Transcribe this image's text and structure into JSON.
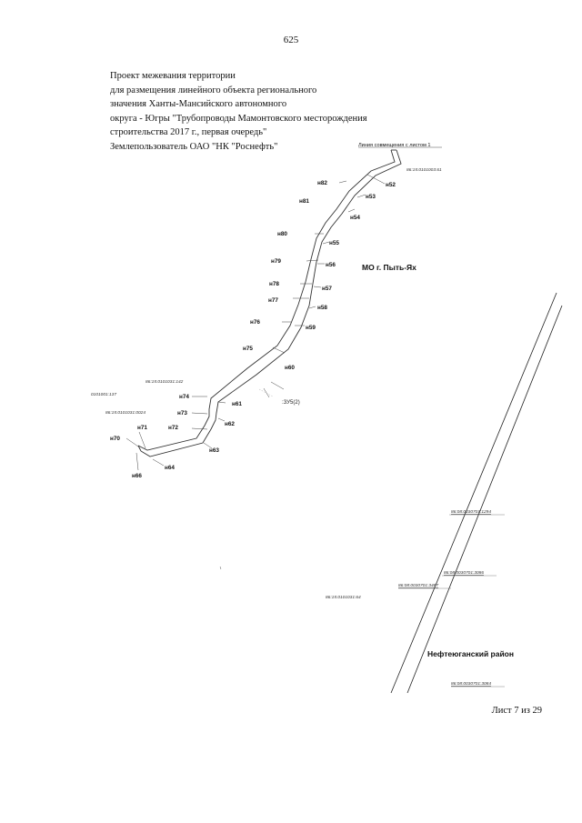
{
  "page": {
    "number": "625"
  },
  "header": {
    "lines": [
      "Проект межевания территории",
      "для размещения линейного объекта регионального",
      "значения Ханты-Мансийского автономного",
      "округа - Югры \"Трубопроводы Мамонтовского месторождения",
      "строительства 2017 г., первая очередь\"",
      "Землепользователь ОАО \"НК \"Роснефть\""
    ]
  },
  "map": {
    "alignment_note": "Линия совмещения с листом 1",
    "zone_label": ":ЗУ5(2)",
    "regions": {
      "municipality": "МО г. Пыть-Ях",
      "district": "Нефтеюганский район"
    },
    "points": [
      {
        "id": "н52",
        "label": "н52"
      },
      {
        "id": "н53",
        "label": "н53"
      },
      {
        "id": "н54",
        "label": "н54"
      },
      {
        "id": "н55",
        "label": "н55"
      },
      {
        "id": "н56",
        "label": "н56"
      },
      {
        "id": "н57",
        "label": "н57"
      },
      {
        "id": "н58",
        "label": "н58"
      },
      {
        "id": "н59",
        "label": "н59"
      },
      {
        "id": "н60",
        "label": "н60"
      },
      {
        "id": "н61",
        "label": "н61"
      },
      {
        "id": "н62",
        "label": "н62"
      },
      {
        "id": "н63",
        "label": "н63"
      },
      {
        "id": "н64",
        "label": "н64"
      },
      {
        "id": "н66",
        "label": "н66"
      },
      {
        "id": "н70",
        "label": "н70"
      },
      {
        "id": "н71",
        "label": "н71"
      },
      {
        "id": "н72",
        "label": "н72"
      },
      {
        "id": "н73",
        "label": "н73"
      },
      {
        "id": "н74",
        "label": "н74"
      },
      {
        "id": "н75",
        "label": "н75"
      },
      {
        "id": "н76",
        "label": "н76"
      },
      {
        "id": "н77",
        "label": "н77"
      },
      {
        "id": "н78",
        "label": "н78"
      },
      {
        "id": "н79",
        "label": "н79"
      },
      {
        "id": "н80",
        "label": "н80"
      },
      {
        "id": "н81",
        "label": "н81"
      },
      {
        "id": "н82",
        "label": "н82"
      }
    ],
    "cadastral": [
      {
        "id": "c1",
        "text": "86:15:0101003:61"
      },
      {
        "id": "c2",
        "text": "86:15:0101031:142"
      },
      {
        "id": "c3",
        "text": "0101001:137"
      },
      {
        "id": "c4",
        "text": "86:15:0101031:0024"
      },
      {
        "id": "c5",
        "text": "86:08:0030701:1294"
      },
      {
        "id": "c6",
        "text": "86:08:0030701:3086"
      },
      {
        "id": "c7",
        "text": "86:08:0030701:3487"
      },
      {
        "id": "c8",
        "text": "86:15:0101031:64"
      },
      {
        "id": "c9",
        "text": "86:08:0030701:3084"
      }
    ]
  },
  "footer": {
    "sheet": "Лист 7 из 29"
  }
}
